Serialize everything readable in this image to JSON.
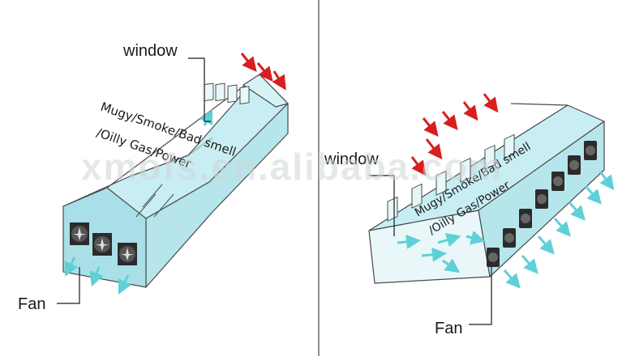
{
  "watermark": "xmofs.en.alibaba.com",
  "colors": {
    "building_fill": "#bfeaf0",
    "building_stroke": "#4a4a4a",
    "air_arrow": "#5fd0d8",
    "sun_arrow": "#d81e1e",
    "divider": "#6b6b6b"
  },
  "left_panel": {
    "window_label": "window",
    "fan_label": "Fan",
    "hazard_line1": "Mugy/Smoke/Bad smell",
    "hazard_line2": "/Oilly Gas/Power"
  },
  "right_panel": {
    "window_label": "window",
    "fan_label": "Fan",
    "hazard_line1": "Mugy/Smoke/Bad smell",
    "hazard_line2": "/Oilly Gas/Power"
  }
}
